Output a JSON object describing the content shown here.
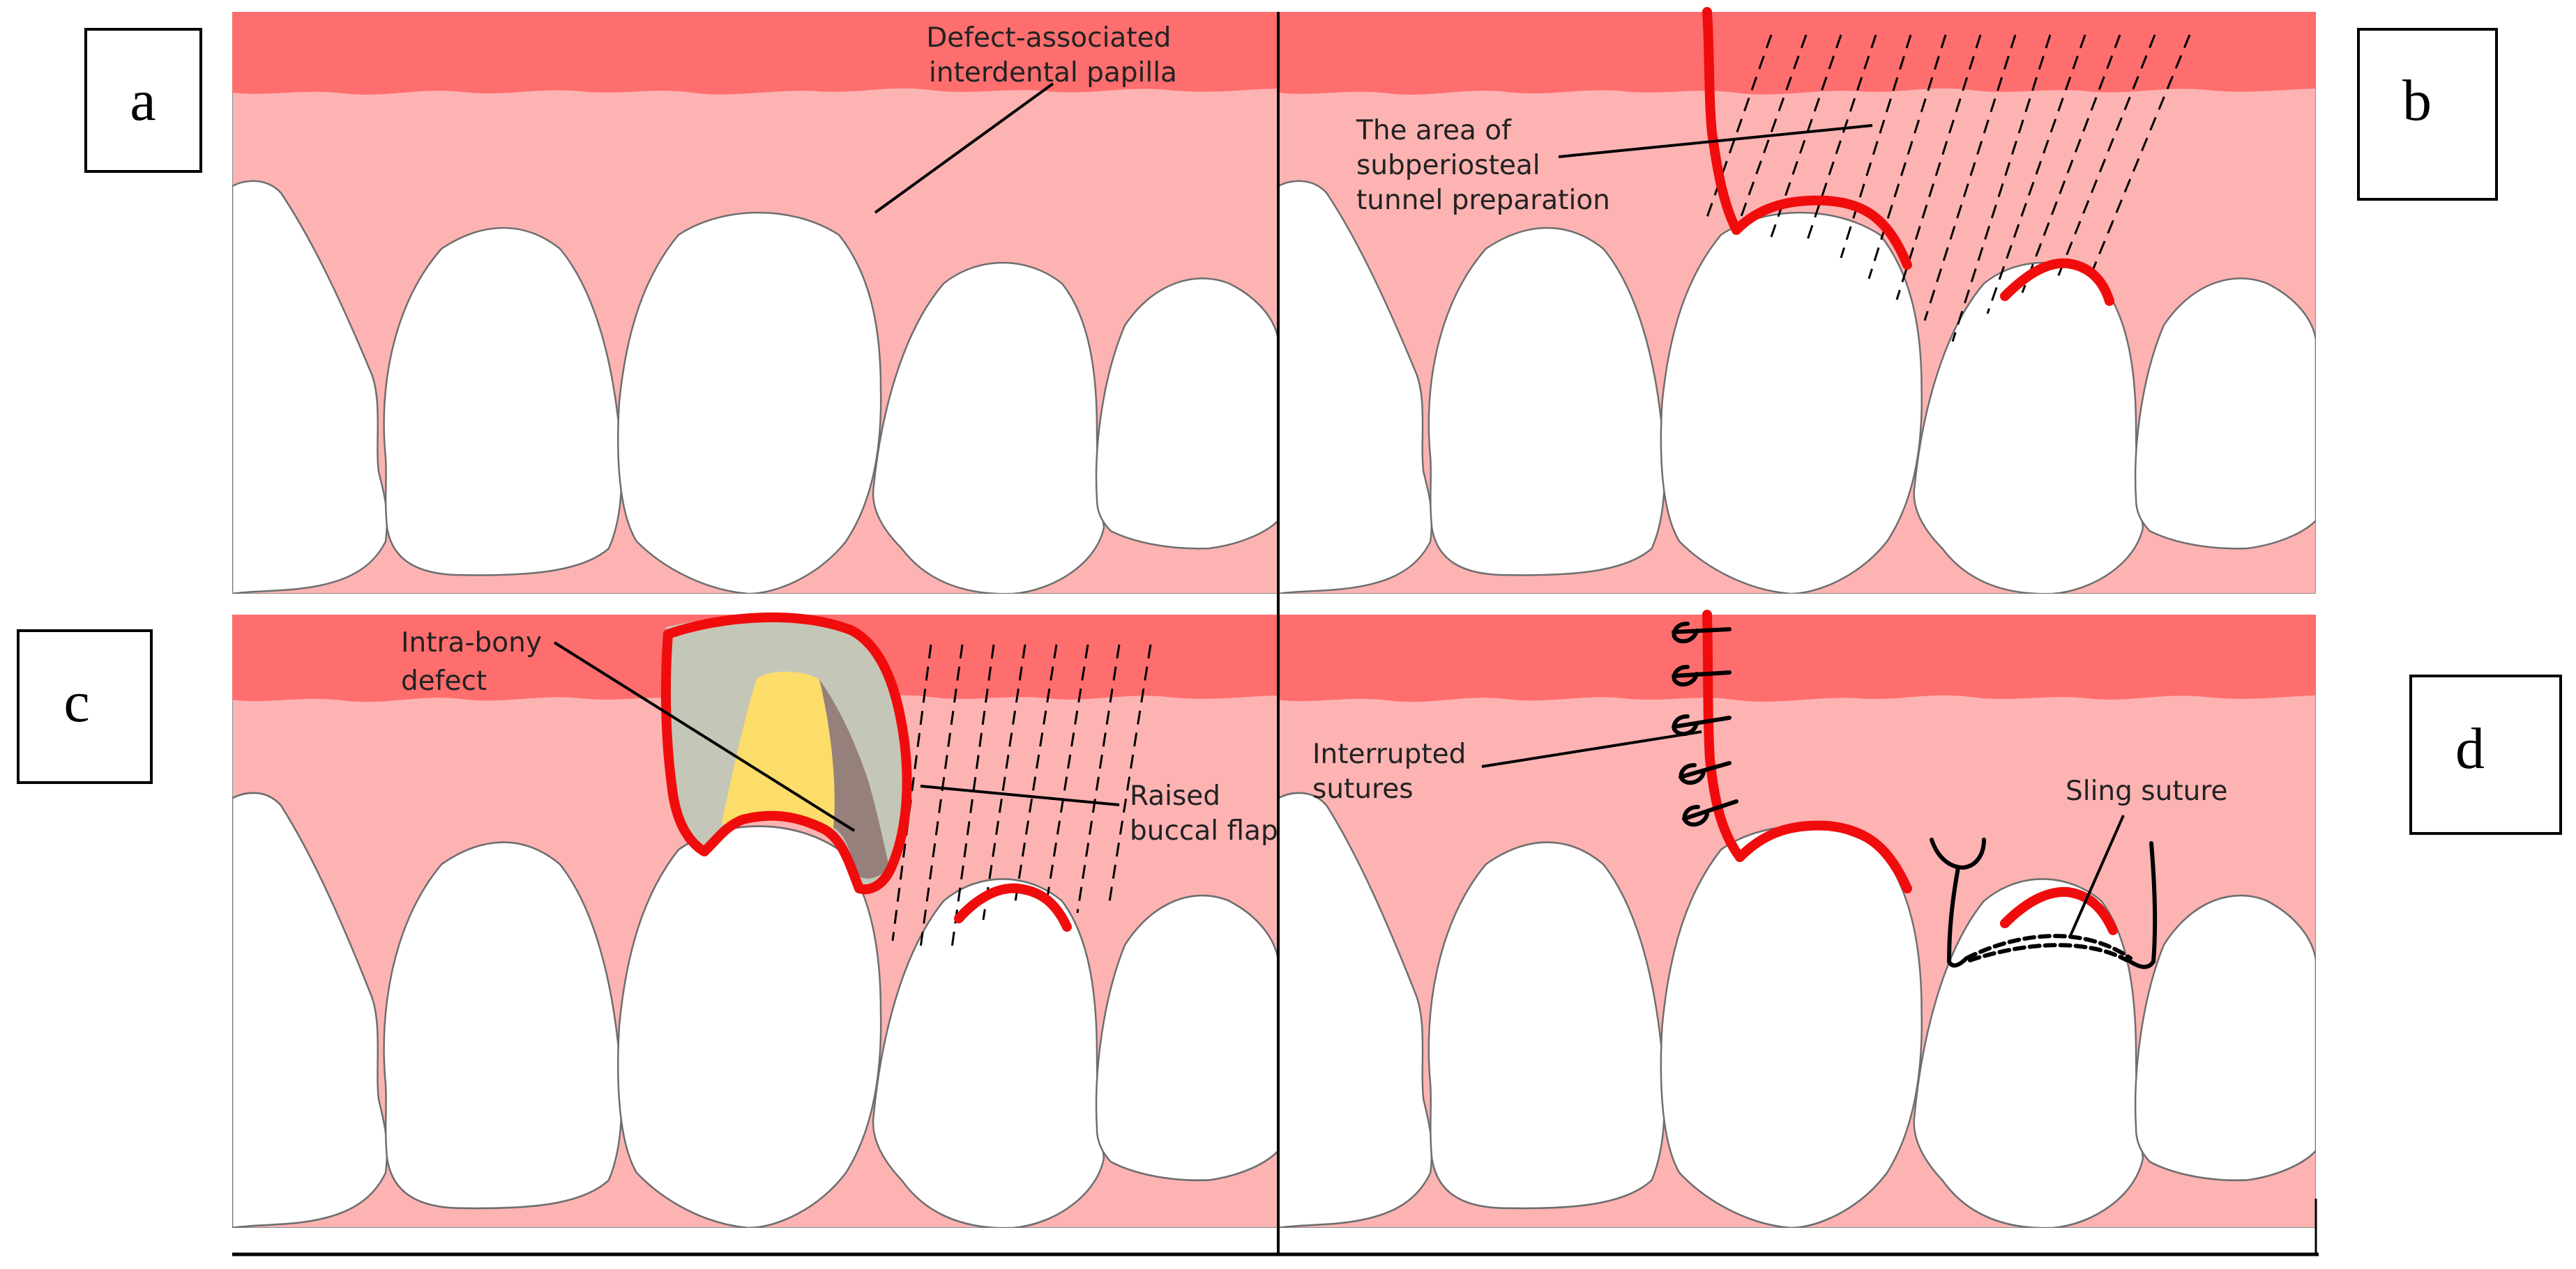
{
  "panels": {
    "a": {
      "letter": "a",
      "label_line1": "Defect-associated",
      "label_line2": "interdental papilla"
    },
    "b": {
      "letter": "b",
      "label_line1": "The area of",
      "label_line2": "subperiosteal",
      "label_line3": "tunnel preparation"
    },
    "c": {
      "letter": "c",
      "defect_line1": "Intra-bony",
      "defect_line2": "defect",
      "flap_line1": "Raised",
      "flap_line2": "buccal flap"
    },
    "d": {
      "letter": "d",
      "interrupted_line1": "Interrupted",
      "interrupted_line2": "sutures",
      "sling_label": "Sling suture"
    }
  },
  "colors": {
    "attached_gingiva": "#fe6e6e",
    "mucosa": "#feb3b3",
    "incision": "#f00c0c",
    "bone_defect": "#c4c7b7",
    "root_surface": "#fddd6a",
    "defect_shadow": "#96807c",
    "tooth": "#ffffff"
  }
}
